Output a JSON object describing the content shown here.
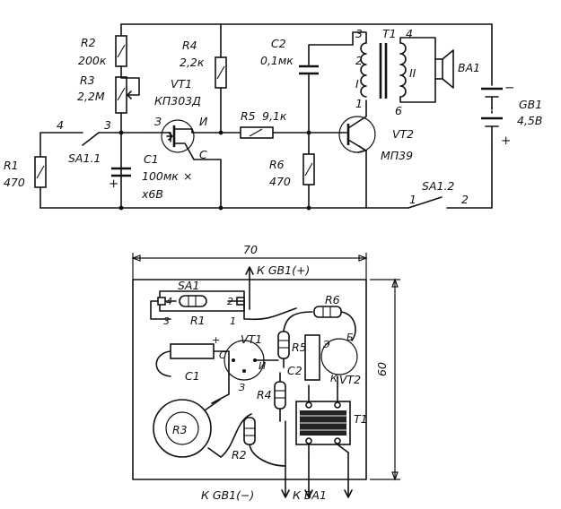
{
  "schematic": {
    "R1": {
      "name": "R1",
      "value": "470"
    },
    "R2": {
      "name": "R2",
      "value": "200к"
    },
    "R3": {
      "name": "R3",
      "value": "2,2М"
    },
    "R4": {
      "name": "R4",
      "value": "2,2к"
    },
    "R5": {
      "name": "R5",
      "value": "9,1к"
    },
    "R6": {
      "name": "R6",
      "value": "470"
    },
    "C1": {
      "name": "C1",
      "value": "100мк",
      "rating": "х6В",
      "extra": "×"
    },
    "C2": {
      "name": "C2",
      "value": "0,1мк"
    },
    "VT1": {
      "name": "VT1",
      "type": "КП303Д",
      "pin_z": "З",
      "pin_i": "И",
      "pin_c": "С"
    },
    "VT2": {
      "name": "VT2",
      "type": "МП39"
    },
    "T1": {
      "name": "T1",
      "pin1": "1",
      "pin2": "2",
      "pin3": "3",
      "pin4": "4",
      "pin6": "6",
      "winding1": "I",
      "winding2": "II"
    },
    "BA1": {
      "name": "ВА1"
    },
    "GB1": {
      "name": "GB1",
      "value": "4,5В",
      "minus": "−",
      "plus": "+"
    },
    "SA11": {
      "name": "SA1.1",
      "pin4": "4",
      "pin3": "3"
    },
    "SA12": {
      "name": "SA1.2",
      "pin1": "1",
      "pin2": "2"
    },
    "c1_plus": "+"
  },
  "board": {
    "width_dim": "70",
    "height_dim": "60",
    "to_gb_plus": "К GB1(+)",
    "to_gb_minus": "К GB1(−)",
    "to_ba1": "К ВА1",
    "SA1": "SA1",
    "R1": "R1",
    "R2": "R2",
    "R3": "R3",
    "R4": "R4",
    "R5": "R5",
    "R6": "R6",
    "C1": "C1",
    "C2": "C2",
    "VT1": "VT1",
    "VT2": "VT2",
    "T1": "T1",
    "pin4": "4",
    "pin2": "2",
    "pin3": "3",
    "pin1": "1",
    "c1_plus": "+",
    "vt1_c": "С",
    "vt1_z": "З",
    "vt1_i": "И",
    "vt2_e": "Э",
    "vt2_k": "К",
    "vt2_b": "Б"
  },
  "colors": {
    "ink": "#111111",
    "background": "#ffffff"
  }
}
